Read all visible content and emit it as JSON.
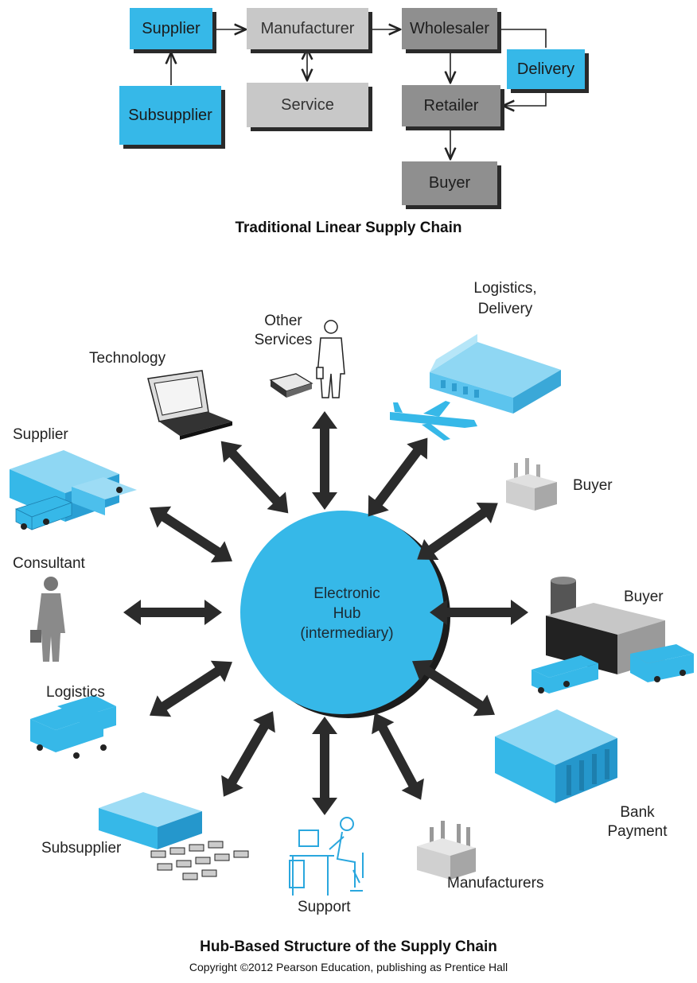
{
  "linear_chain": {
    "caption": "Traditional Linear Supply Chain",
    "boxes": {
      "supplier": "Supplier",
      "manufacturer": "Manufacturer",
      "wholesaler": "Wholesaler",
      "subsupplier": "Subsupplier",
      "service": "Service",
      "delivery": "Delivery",
      "retailer": "Retailer",
      "buyer": "Buyer"
    },
    "colors": {
      "supplier_blue": "#36b8e8",
      "light_gray": "#c8c8c8",
      "mid_gray": "#8f8f8f"
    }
  },
  "hub": {
    "caption": "Hub-Based Structure of the Supply Chain",
    "center": {
      "line1": "Electronic",
      "line2": "Hub",
      "line3": "(intermediary)"
    },
    "center_color": "#36b8e8",
    "nodes": {
      "other_services_1": "Other",
      "other_services_2": "Services",
      "logistics_delivery_1": "Logistics,",
      "logistics_delivery_2": "Delivery",
      "technology": "Technology",
      "supplier": "Supplier",
      "buyer_top": "Buyer",
      "consultant": "Consultant",
      "buyer_right": "Buyer",
      "logistics": "Logistics",
      "bank_payment_1": "Bank",
      "bank_payment_2": "Payment",
      "subsupplier": "Subsupplier",
      "support": "Support",
      "manufacturers": "Manufacturers"
    },
    "icons": [
      "person-icon",
      "fax-icon",
      "warehouse-icon",
      "airplane-icon",
      "laptop-icon",
      "factory-icon",
      "container-truck-icon",
      "businessman-icon",
      "plant-truck-icon",
      "trucks-icon",
      "bank-icon",
      "port-icon",
      "desk-worker-icon",
      "factory-icon"
    ]
  },
  "copyright": "Copyright ©2012 Pearson Education, publishing as Prentice Hall"
}
